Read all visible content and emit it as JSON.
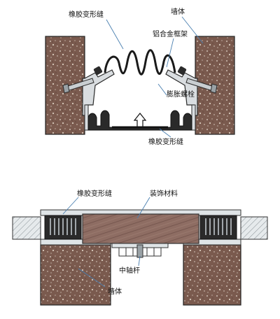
{
  "top_diagram": {
    "labels": {
      "rubber_joint_top": "橡胶变形缝",
      "wall": "墙体",
      "aluminum_frame": "铝合金框架",
      "expansion_bolt": "膨胀螺栓",
      "rubber_joint_bottom": "橡胶变形缝"
    }
  },
  "bottom_diagram": {
    "labels": {
      "rubber_joint": "橡胶变形缝",
      "decor_material": "装饰材料",
      "center_rod": "中轴杆",
      "wall": "墙体"
    }
  },
  "colors": {
    "wall_fill": "#7a5a4e",
    "wall_speckle": "#e8ddd2",
    "metal": "#d9dde0",
    "metal_line": "#2b2b2b",
    "decor_fill": "#8e6d63",
    "slab_fill": "#dfe4e6",
    "leader_line": "#4a7fb0"
  }
}
